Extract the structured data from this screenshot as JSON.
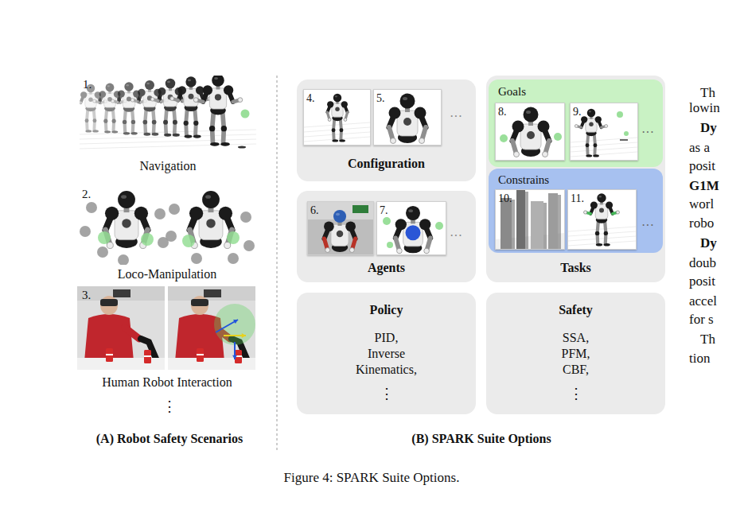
{
  "diagram": {
    "caption": "Figure 4: SPARK Suite Options.",
    "nodes": [
      {
        "text": [
          "1.",
          "Navigation"
        ]
      },
      {
        "text": [
          "2.",
          "Loco-Manipulation"
        ]
      },
      {
        "text": [
          "3.",
          "Human Robot Interaction"
        ]
      },
      {
        "text": [
          "Configuration"
        ]
      },
      {
        "text": [
          "4."
        ],
        "in": 3
      },
      {
        "text": [
          "5."
        ],
        "in": 3
      },
      {
        "text": [
          "Agents"
        ]
      },
      {
        "text": [
          "6."
        ],
        "in": 6
      },
      {
        "text": [
          "7."
        ],
        "in": 6
      },
      {
        "text": [
          "Tasks"
        ]
      },
      {
        "text": [
          "Goals"
        ],
        "in": 9
      },
      {
        "text": [
          "8."
        ],
        "in": 10
      },
      {
        "text": [
          "9."
        ],
        "in": 10
      },
      {
        "text": [
          "Constrains"
        ],
        "in": 9
      },
      {
        "text": [
          "10."
        ],
        "in": 13
      },
      {
        "text": [
          "11."
        ],
        "in": 13
      },
      {
        "text": [
          "Policy",
          "PID,",
          "Inverse Kinematics,",
          "⋮"
        ]
      },
      {
        "text": [
          "Safety",
          "SSA,",
          "PFM,",
          "CBF,",
          "⋮"
        ]
      }
    ],
    "labels": [
      "⋮",
      "···",
      "···",
      "···",
      "···",
      "(A) Robot Safety Scenarios",
      "(B) SPARK Suite Options",
      "Th",
      "lowin",
      "Dy",
      "as a",
      "posit",
      "G1M",
      "worl",
      "robo",
      "Dy",
      "doub",
      "posit",
      "accel",
      "for s",
      "Th",
      "tion"
    ]
  }
}
